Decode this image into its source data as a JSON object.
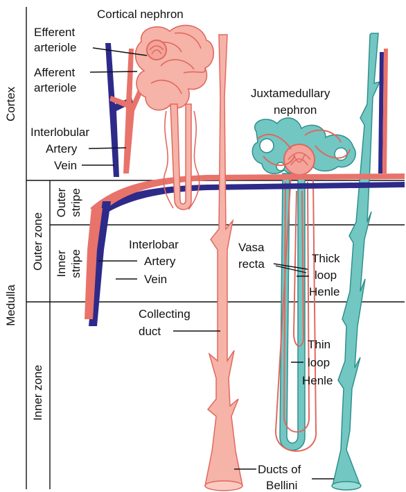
{
  "regions": {
    "cortex": "Cortex",
    "medulla": "Medulla",
    "outer_zone": "Outer zone",
    "inner_zone": "Inner zone",
    "outer_stripe_line1": "Outer",
    "outer_stripe_line2": "stripe",
    "inner_stripe_line1": "Inner",
    "inner_stripe_line2": "stripe"
  },
  "labels": {
    "cortical_nephron": "Cortical nephron",
    "efferent_1": "Efferent",
    "efferent_2": "arteriole",
    "afferent_1": "Afferent",
    "afferent_2": "arteriole",
    "interlobular": "Interlobular",
    "interlobular_artery": "Artery",
    "interlobular_vein": "Vein",
    "juxta_1": "Juxtamedullary",
    "juxta_2": "nephron",
    "interlobar": "Interlobar",
    "interlobar_artery": "Artery",
    "interlobar_vein": "Vein",
    "vasa_1": "Vasa",
    "vasa_2": "recta",
    "thick_1": "Thick",
    "thick_2": "loop",
    "thick_3": "Henle",
    "collecting_1": "Collecting",
    "collecting_2": "duct",
    "thin_1": "Thin",
    "thin_2": "loop",
    "thin_3": "Henle",
    "bellini_1": "Ducts of",
    "bellini_2": "Bellini"
  },
  "colors": {
    "artery": "#e8736b",
    "vein": "#2e2a8a",
    "nephron_pink": "#f6b3a8",
    "nephron_outline": "#e0685e",
    "juxta_teal": "#72c7c3",
    "teal_outline": "#2f8f8b"
  }
}
